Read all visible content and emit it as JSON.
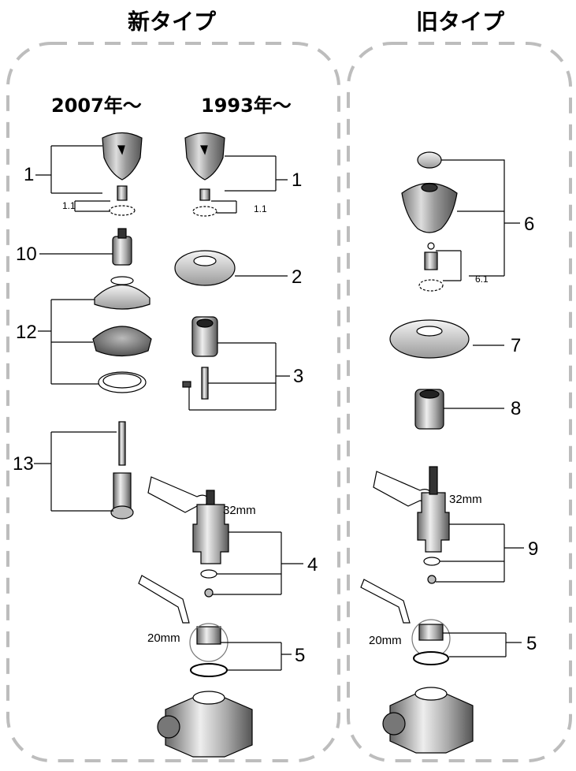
{
  "headers": {
    "new_type": "新タイプ",
    "old_type": "旧タイプ"
  },
  "subheaders": {
    "col_2007": "2007年～",
    "col_1993": "1993年～"
  },
  "part_numbers": {
    "p1_left": "1",
    "p1_1_left": "1.1",
    "p10": "10",
    "p12": "12",
    "p13": "13",
    "p1_mid": "1",
    "p1_1_mid": "1.1",
    "p2": "2",
    "p3": "3",
    "p4": "4",
    "p5_mid": "5",
    "p6": "6",
    "p6_1": "6.1",
    "p7": "7",
    "p8": "8",
    "p9": "9",
    "p5_right": "5"
  },
  "measurements": {
    "wrench_mid": "32mm",
    "hex_mid": "20mm",
    "wrench_right": "32mm",
    "hex_right": "20mm"
  }
}
